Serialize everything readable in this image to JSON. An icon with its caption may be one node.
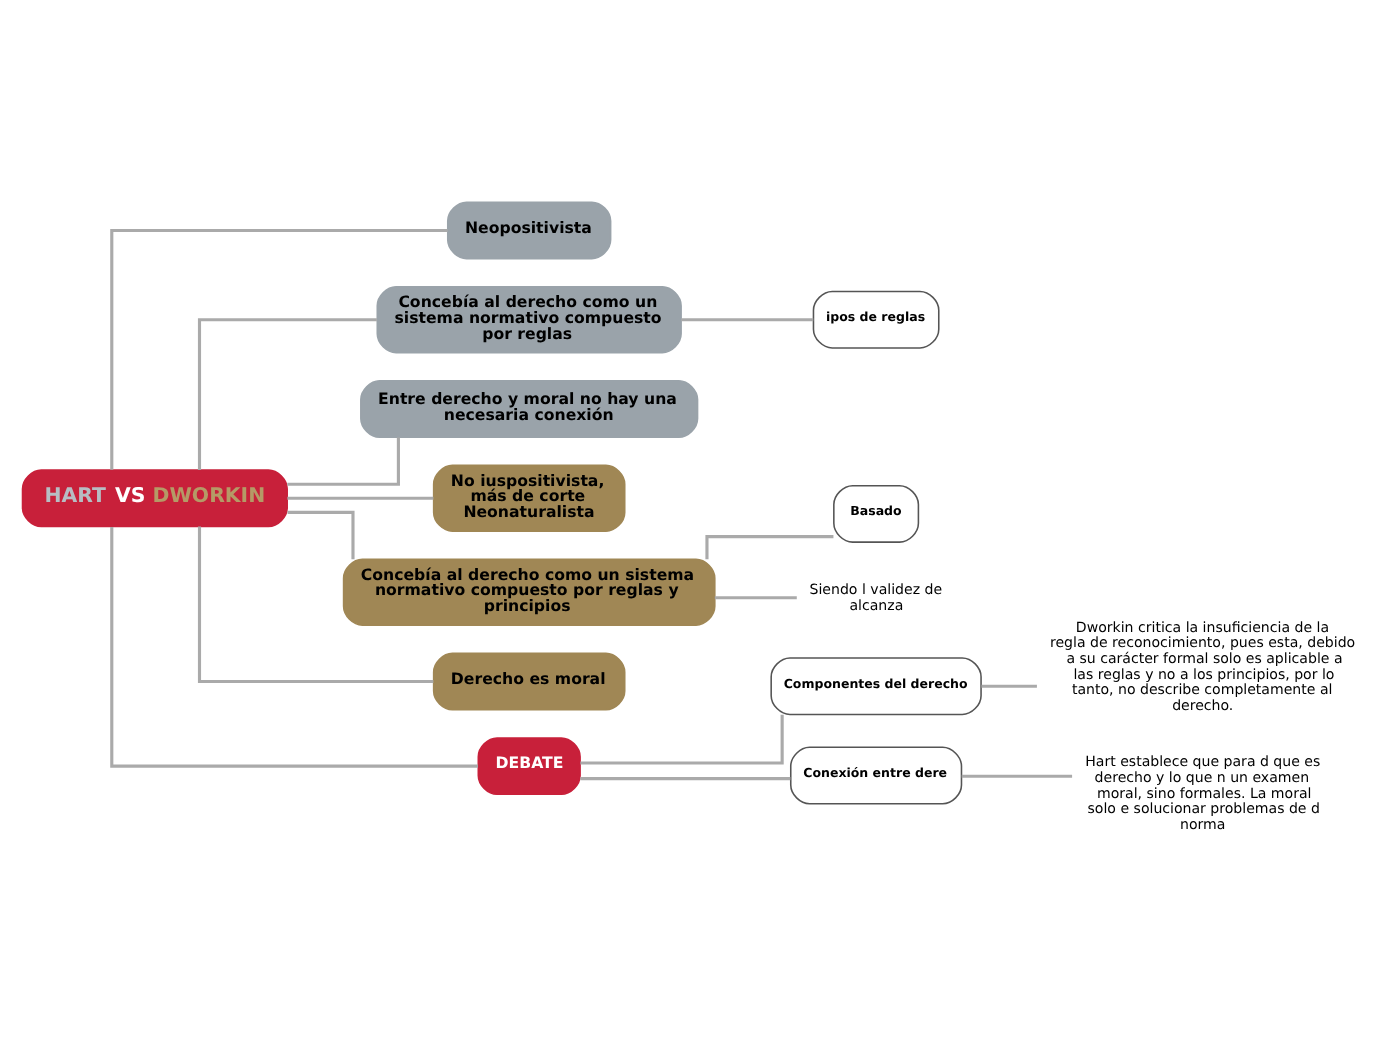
{
  "diagram": {
    "nodes": [
      {
        "text": [
          "HART VS DWORKIN"
        ]
      },
      {
        "text": [
          "Neopositivista"
        ]
      },
      {
        "text": [
          "Concebía al derecho como un sistema normativo compuesto por reglas"
        ]
      },
      {
        "text": [
          "ipos de reglas"
        ]
      },
      {
        "text": [
          "Entre derecho y moral no hay una necesaria conexión"
        ]
      },
      {
        "text": [
          "No iuspositivista, más de corte Neonaturalista"
        ]
      },
      {
        "text": [
          "Concebía al derecho como un sistema normativo compuesto por reglas y principios"
        ]
      },
      {
        "text": [
          "Basado"
        ]
      },
      {
        "text": [
          "Siendo l validez de alcanza"
        ]
      },
      {
        "text": [
          "Derecho es moral"
        ]
      },
      {
        "text": [
          "DEBATE"
        ]
      },
      {
        "text": [
          "Componentes del derecho"
        ]
      },
      {
        "text": [
          "Dworkin critica la insuficiencia de la regla de reconocimiento, pues esta, debido a su carácter formal solo es aplicable a las reglas y no a los principios, por lo tanto, no describe completamente al derecho."
        ]
      },
      {
        "text": [
          "Conexión entre dere"
        ]
      },
      {
        "text": [
          "Hart establece que para d que es derecho y lo que n un examen moral, sino formales. La moral solo e solucionar problemas de d norma"
        ]
      }
    ],
    "edges": [
      {
        "from": 0,
        "to": 1,
        "arrow": "none"
      },
      {
        "from": 0,
        "to": 2,
        "arrow": "none"
      },
      {
        "from": 2,
        "to": 3,
        "arrow": "none"
      },
      {
        "from": 0,
        "to": 4,
        "arrow": "none"
      },
      {
        "from": 0,
        "to": 5,
        "arrow": "none"
      },
      {
        "from": 0,
        "to": 6,
        "arrow": "none"
      },
      {
        "from": 6,
        "to": 7,
        "arrow": "none"
      },
      {
        "from": 6,
        "to": 8,
        "arrow": "none"
      },
      {
        "from": 0,
        "to": 9,
        "arrow": "none"
      },
      {
        "from": 0,
        "to": 10,
        "arrow": "none"
      },
      {
        "from": 10,
        "to": 11,
        "arrow": "none"
      },
      {
        "from": 11,
        "to": 12,
        "arrow": "none"
      },
      {
        "from": 10,
        "to": 13,
        "arrow": "none"
      },
      {
        "from": 13,
        "to": 14,
        "arrow": "none"
      }
    ]
  }
}
